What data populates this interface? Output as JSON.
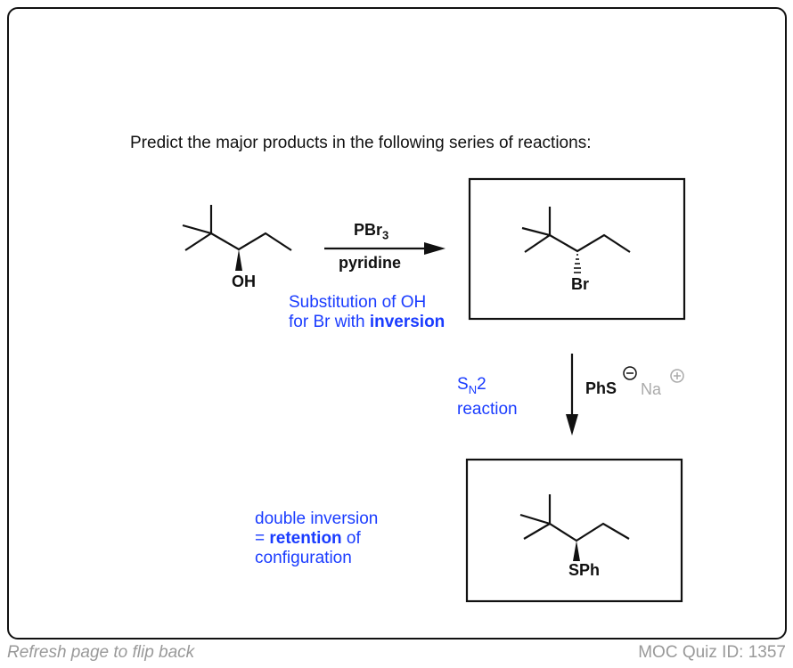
{
  "question": "Predict the major products in the following series of reactions:",
  "step1": {
    "reagent_top": "PBr",
    "reagent_top_sub": "3",
    "reagent_bottom": "pyridine",
    "note_line1": "Substitution of OH",
    "note_line2_pre": "for Br with ",
    "note_line2_bold": "inversion"
  },
  "start": {
    "label": "OH"
  },
  "product1": {
    "label": "Br"
  },
  "step2": {
    "reagent": "PhS",
    "counterion": "Na",
    "label_s": "S",
    "label_sub": "N",
    "label_2": "2",
    "label_line2": "reaction"
  },
  "product2": {
    "label": "SPh"
  },
  "conclusion": {
    "line1": "double inversion",
    "line2_pre": "= ",
    "line2_bold": "retention",
    "line2_post": " of",
    "line3": "configuration"
  },
  "footer": {
    "left": "Refresh page to flip back",
    "right": "MOC Quiz ID: 1357"
  }
}
